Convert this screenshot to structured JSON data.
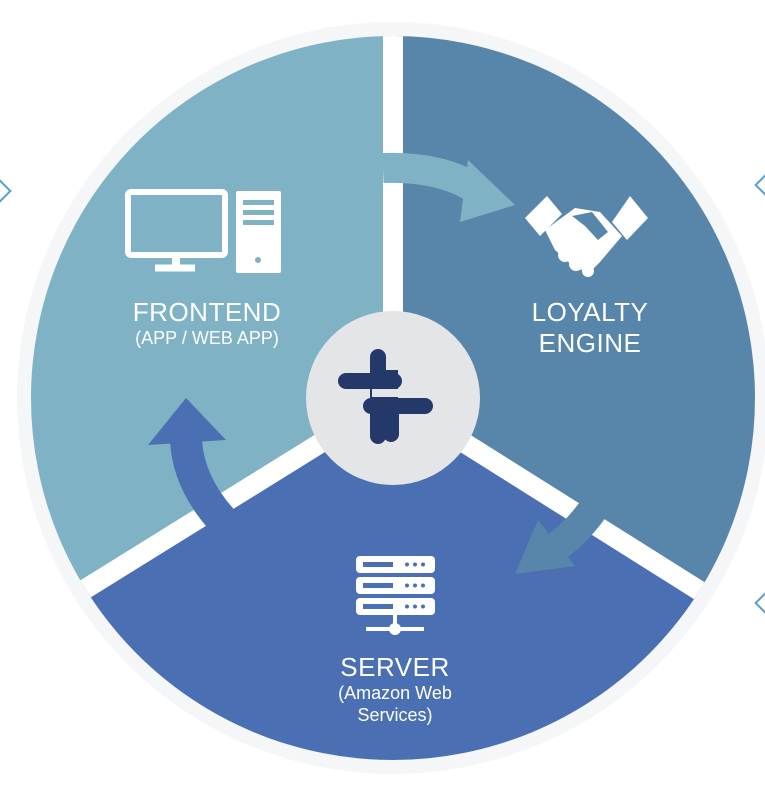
{
  "segments": {
    "frontend": {
      "title": "FRONTEND",
      "subtitle": "(APP / WEB APP)",
      "color": "#7fb2c4",
      "icon": "desktop-computer-icon"
    },
    "loyalty": {
      "title_line1": "LOYALTY",
      "title_line2": "ENGINE",
      "color": "#5886aa",
      "icon": "handshake-icon"
    },
    "server": {
      "title": "SERVER",
      "subtitle_line1": "(Amazon Web",
      "subtitle_line2": "Services)",
      "color": "#4a6fb2",
      "icon": "server-rack-icon"
    }
  },
  "center": {
    "icon": "woven-cross-logo-icon",
    "color": "#e4e5e7",
    "logo_color": "#24386a"
  },
  "flow": [
    "frontend",
    "loyalty",
    "server",
    "frontend"
  ],
  "text_color": "#ffffff"
}
